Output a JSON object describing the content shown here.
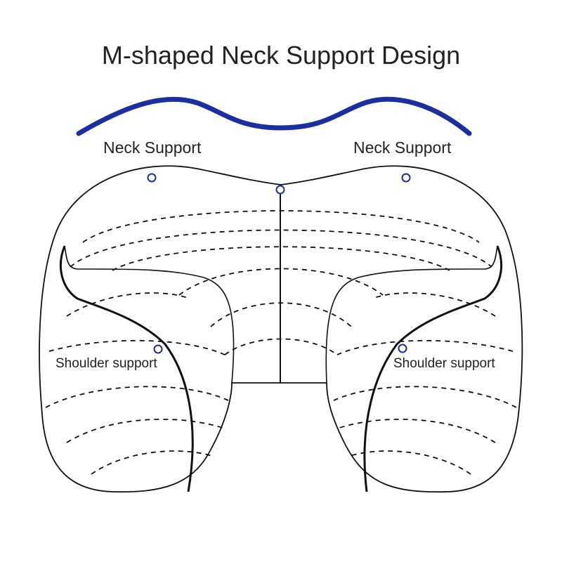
{
  "title": "M-shaped Neck Support Design",
  "labels": {
    "neck_support_left": "Neck Support",
    "neck_support_right": "Neck Support",
    "shoulder_support_left": "Shoulder support",
    "shoulder_support_right": "Shoulder support"
  },
  "colors": {
    "m_curve": "#1a2fa0",
    "outline": "#111111",
    "marker": "#1a2fa0",
    "text": "#222222"
  }
}
